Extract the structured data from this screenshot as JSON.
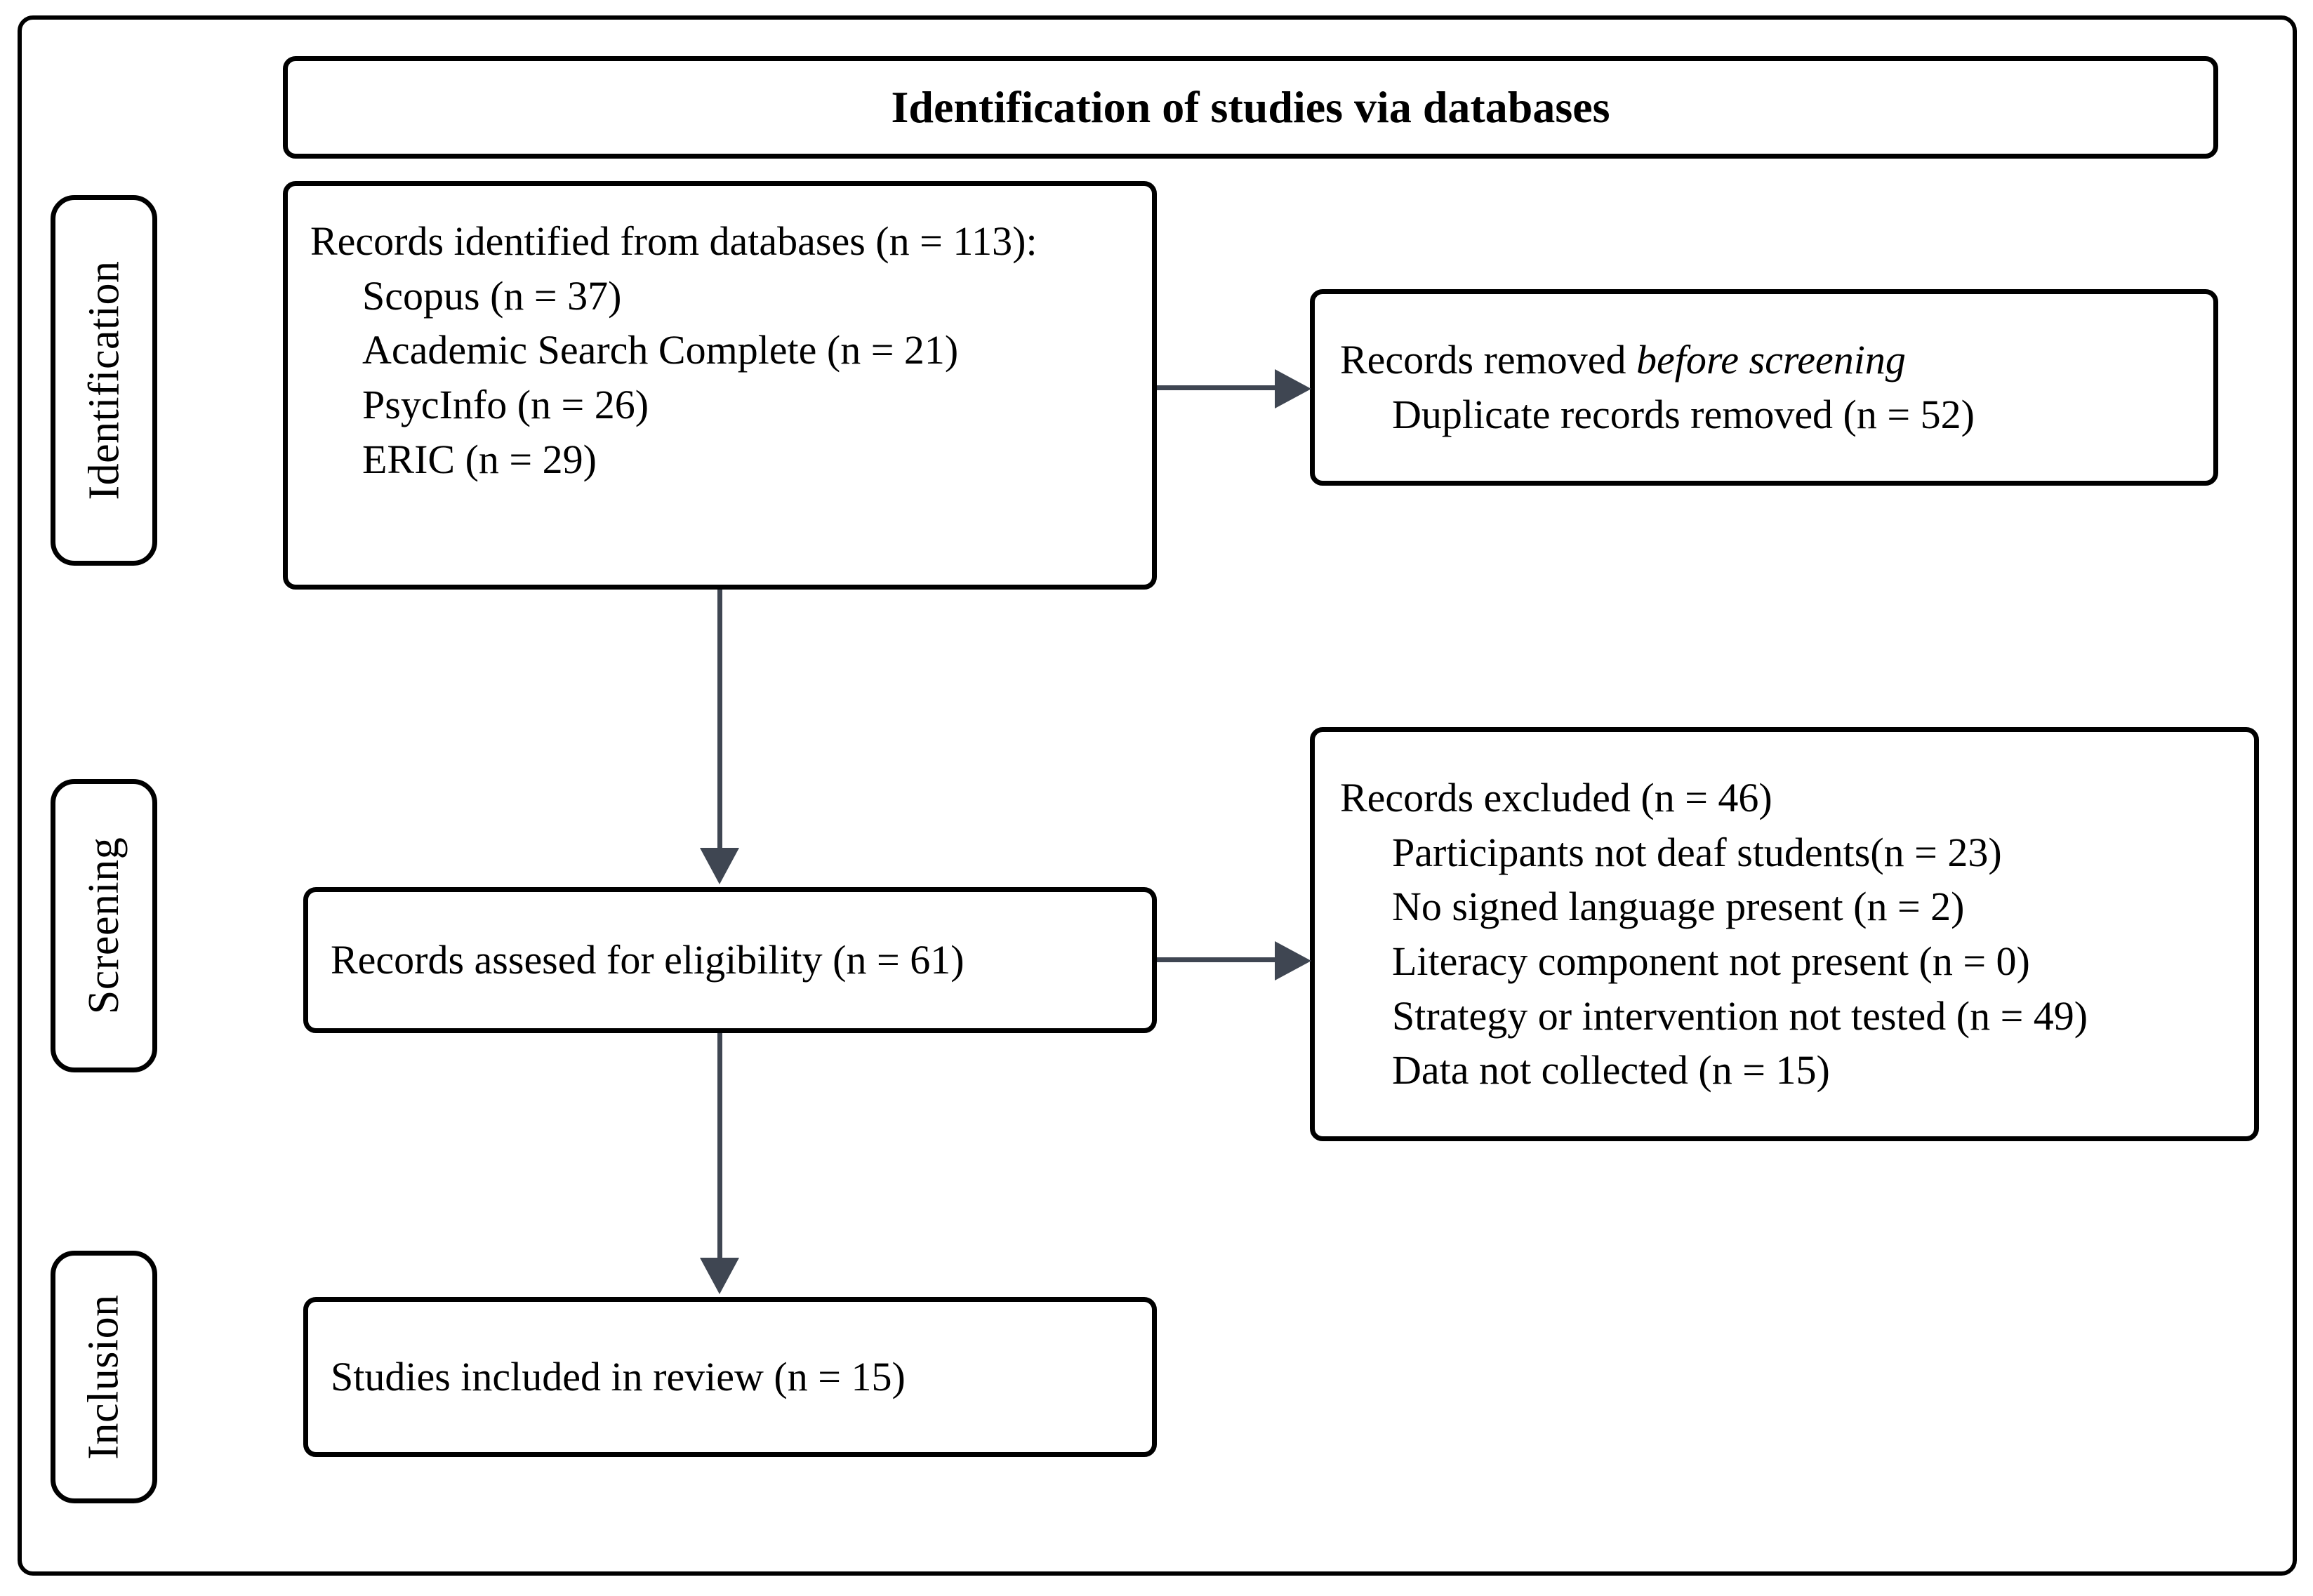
{
  "diagram": {
    "title": "Identification of studies via databases",
    "phases": [
      {
        "key": "identification",
        "label": "Identification"
      },
      {
        "key": "screening",
        "label": "Screening"
      },
      {
        "key": "inclusion",
        "label": "Inclusion"
      }
    ],
    "identification_box": {
      "heading": "Records identified from databases (n = 113):",
      "sources": [
        "Scopus (n = 37)",
        "Academic Search Complete  (n = 21)",
        "PsycInfo  (n = 26)",
        "ERIC (n = 29)"
      ]
    },
    "removed_box": {
      "heading_prefix": "Records removed ",
      "heading_emphasis": "before screening",
      "items": [
        "Duplicate records removed  (n = 52)"
      ]
    },
    "eligibility_box": {
      "text": "Records assesed for eligibility (n = 61)"
    },
    "excluded_box": {
      "heading": "Records excluded (n = 46)",
      "reasons": [
        "Participants not deaf students(n = 23)",
        "No signed language present (n = 2)",
        "Literacy component not present  (n = 0)",
        "Strategy or intervention not tested  (n = 49)",
        "Data not collected  (n = 15)"
      ]
    },
    "included_box": {
      "text": "Studies included in review (n = 15)"
    },
    "colors": {
      "box_border": "#000000",
      "arrow": "#3f4652",
      "background": "#ffffff",
      "text": "#000000"
    },
    "counts": {
      "records_identified_total": 113,
      "scopus": 37,
      "academic_search_complete": 21,
      "psycinfo": 26,
      "eric": 29,
      "duplicates_removed": 52,
      "records_assessed": 61,
      "records_excluded": 46,
      "participants_not_deaf_students": 23,
      "no_signed_language_present": 2,
      "literacy_component_not_present": 0,
      "strategy_or_intervention_not_tested": 49,
      "data_not_collected": 15,
      "studies_included": 15
    }
  }
}
